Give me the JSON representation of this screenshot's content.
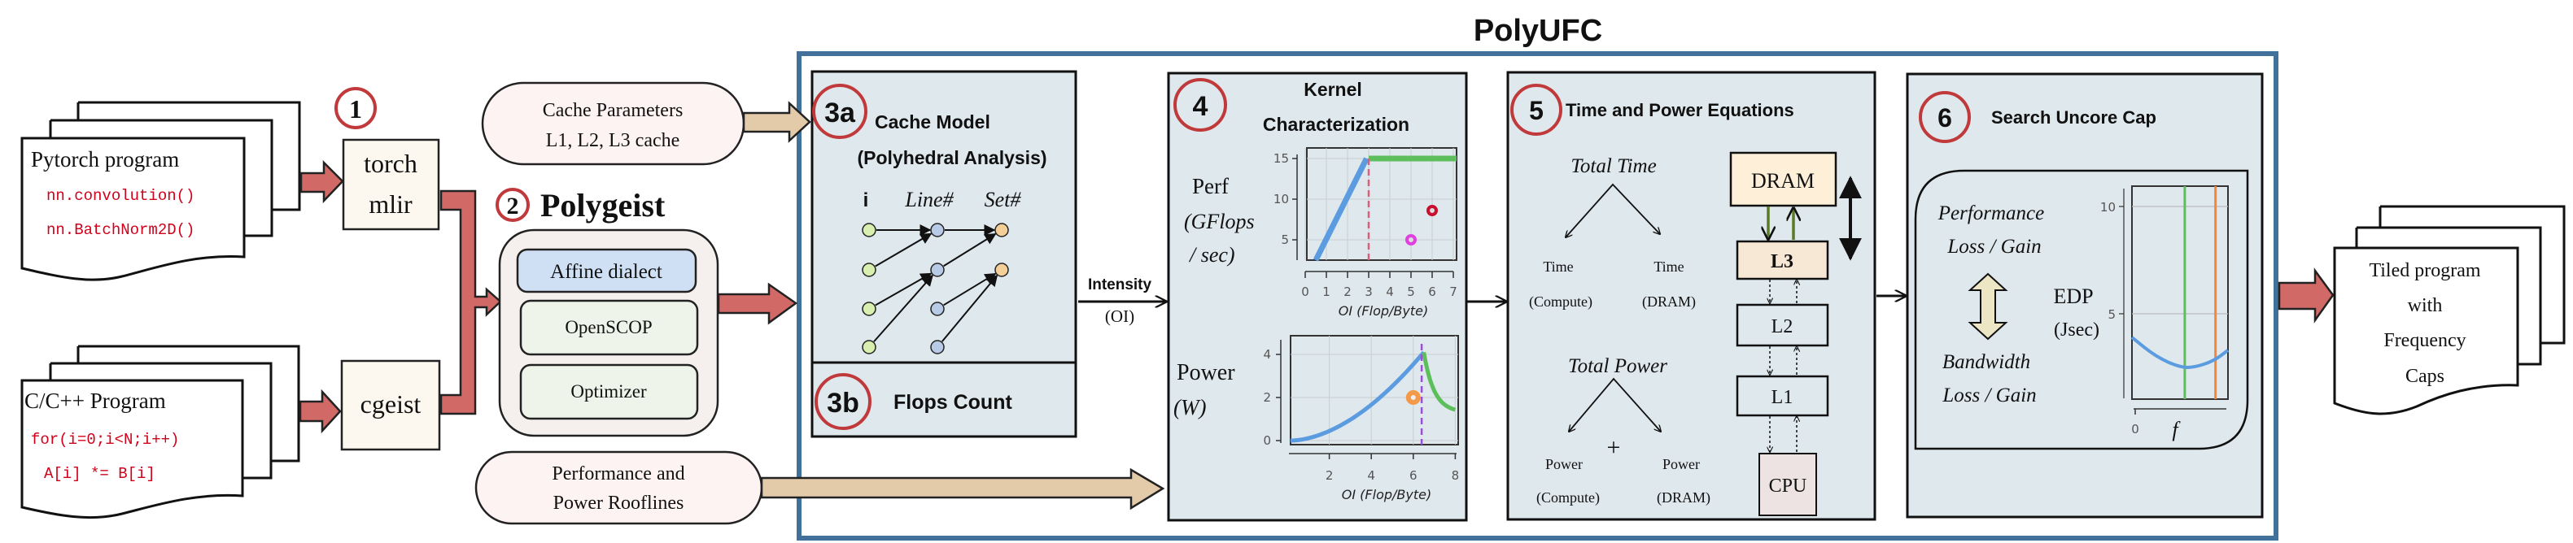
{
  "title": "PolyUFC",
  "inputs": {
    "pytorch": {
      "title": "Pytorch program",
      "code": [
        "nn.convolution()",
        "nn.BatchNorm2D()"
      ]
    },
    "c": {
      "title": "C/C++ Program",
      "code": [
        "for(i=0;i<N;i++)",
        "A[i] *= B[i]"
      ]
    }
  },
  "step1": {
    "badge": "1",
    "lines": [
      "torch",
      "mlir"
    ]
  },
  "cgeist": "cgeist",
  "step2": {
    "badge": "2",
    "title": "Polygeist",
    "items": [
      "Affine dialect",
      "OpenSCOP",
      "Optimizer"
    ]
  },
  "cache_params": [
    "Cache Parameters",
    "L1, L2, L3 cache"
  ],
  "rooflines": [
    "Performance and",
    "Power Rooflines"
  ],
  "step3a": {
    "badge": "3a",
    "title": "Cache Model",
    "subtitle": "(Polyhedral Analysis)",
    "cols": [
      "i",
      "Line#",
      "Set#"
    ]
  },
  "step3b": {
    "badge": "3b",
    "title": "Flops Count"
  },
  "intensity": [
    "Intensity",
    "(OI)"
  ],
  "step4": {
    "badge": "4",
    "title": [
      "Kernel",
      "Characterization"
    ],
    "perf_label": [
      "Perf",
      "(GFlops",
      "/ sec)"
    ],
    "power_label": [
      "Power",
      "(W)"
    ],
    "xlabel": "OI (Flop/Byte)"
  },
  "step5": {
    "badge": "5",
    "title": "Time and Power Equations",
    "total_time": "Total Time",
    "time_terms": [
      [
        "Time",
        "(Compute)"
      ],
      [
        "Time",
        "(DRAM)"
      ]
    ],
    "total_power": "Total Power",
    "power_terms": [
      [
        "Power",
        "(Compute)"
      ],
      [
        "Power",
        "(DRAM)"
      ]
    ],
    "plus": "+",
    "memory": [
      "DRAM",
      "L3",
      "L2",
      "L1",
      "CPU"
    ]
  },
  "step6": {
    "badge": "6",
    "title": "Search Uncore Cap",
    "perf": [
      "Performance",
      "Loss / Gain"
    ],
    "bw": [
      "Bandwidth",
      "Loss / Gain"
    ],
    "edp": [
      "EDP",
      "(Jsec)"
    ],
    "xlabel": "f"
  },
  "output": [
    "Tiled program",
    "with",
    "Frequency",
    "Caps"
  ],
  "colors": {
    "frame": "#41709a",
    "badge": "#c0393b",
    "arrow_red": "#d16a66",
    "arrow_tan": "#e3cba9",
    "panel": "#dfe8ec"
  },
  "figures": {
    "perf": {
      "type": "line",
      "xticks": [
        "0",
        "1",
        "2",
        "3",
        "4",
        "5",
        "6",
        "7"
      ],
      "yticks": [
        "5",
        "10",
        "15"
      ],
      "xlim": [
        0,
        7
      ],
      "ylim": [
        2.5,
        16
      ],
      "memory_roof": [
        [
          0.5,
          2.5
        ],
        [
          2.9,
          15
        ]
      ],
      "compute_roof": [
        [
          3,
          15
        ],
        [
          7,
          15
        ]
      ],
      "ridge": 3,
      "points": [
        {
          "x": 6,
          "y": 8.6,
          "color": "#c8102e"
        },
        {
          "x": 5,
          "y": 5,
          "color": "#e040e0"
        }
      ]
    },
    "power": {
      "type": "line",
      "xticks": [
        "2",
        "4",
        "6",
        "8"
      ],
      "yticks": [
        "0",
        "2",
        "4"
      ],
      "xlim": [
        0.15,
        8
      ],
      "ylim": [
        -0.2,
        4.9
      ],
      "peak": 6.4,
      "peak_power": 4.1,
      "tail_end": 1.3,
      "points": [
        {
          "x": 6,
          "y": 2,
          "color": "#f29a4a"
        }
      ]
    },
    "edp": {
      "type": "line",
      "yticks": [
        "10",
        "5"
      ],
      "xticks": [
        "0"
      ],
      "curve": [
        [
          0,
          3.9
        ],
        [
          0.25,
          3.0
        ],
        [
          0.5,
          2.5
        ],
        [
          0.65,
          2.5
        ],
        [
          0.85,
          2.8
        ],
        [
          1,
          3.3
        ]
      ],
      "optimal": 0.55,
      "default": 0.87
    }
  }
}
